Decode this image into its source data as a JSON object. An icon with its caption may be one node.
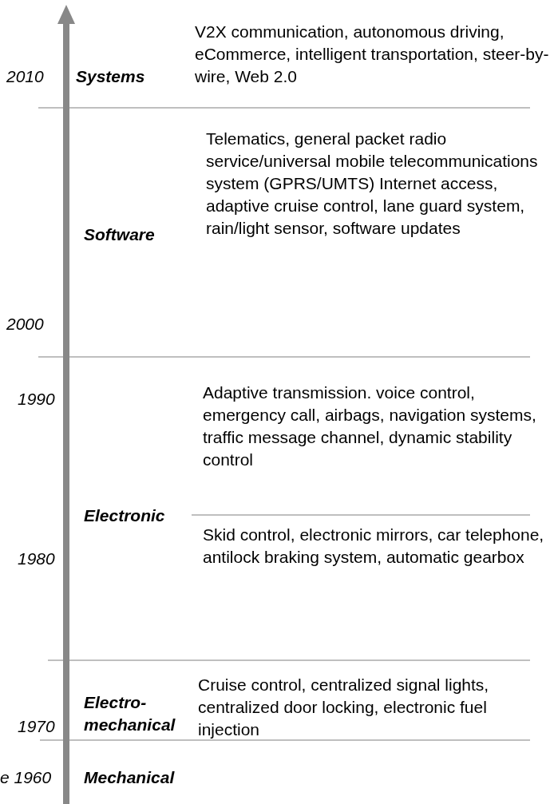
{
  "diagram": {
    "labels": [
      "V2X communication, autonomous driving, eCommerce, intelligent transportation, steer-by-wire, Web 2.0",
      "2010",
      "Systems",
      "Telematics, general packet radio service/universal mobile telecommunications system (GPRS/UMTS) Internet access, adaptive cruise control, lane guard system, rain/light sensor, software updates",
      "Software",
      "2000",
      "Adaptive transmission. voice control, emergency call, airbags, navigation systems, traffic message channel, dynamic stability control",
      "1990",
      "Electronic",
      "Skid control, electronic mirrors, car telephone, antilock braking system, automatic gearbox",
      "1980",
      "Cruise control, centralized signal lights, centralized door locking, electronic fuel injection",
      "Electro-mechanical",
      "1970",
      "e 1960",
      "Mechanical"
    ]
  }
}
